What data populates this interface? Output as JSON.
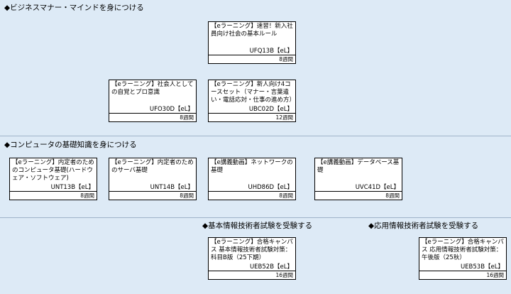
{
  "sections": [
    {
      "heading": "◆ビジネスマナー・マインドを身につける",
      "courses": [
        {
          "title": "【eラーニング】速習！新入社員向け社会の基本ルール",
          "code": "UFQ13B【eL】",
          "duration": "8週間"
        },
        {
          "title": "【eラーニング】社会人としての自覚とプロ意識",
          "code": "UFO30D【eL】",
          "duration": "8週間"
        },
        {
          "title": "【eラーニング】新人向け4コースセット（マナー・言葉遣い・電話応対・仕事の進め方）",
          "code": "UBC02D【eL】",
          "duration": "12週間"
        }
      ]
    },
    {
      "heading": "◆コンピュータの基礎知識を身につける",
      "courses": [
        {
          "title": "【eラーニング】内定者のためのコンピュータ基礎(ハードウェア・ソフトウェア)",
          "code": "UNT13B【eL】",
          "duration": "8週間"
        },
        {
          "title": "【eラーニング】内定者のためのサーバ基礎",
          "code": "UNT14B【eL】",
          "duration": "8週間"
        },
        {
          "title": "【e講義動画】ネットワークの基礎",
          "code": "UHD86D【eL】",
          "duration": "8週間"
        },
        {
          "title": "【e講義動画】データベース基礎",
          "code": "UVC41D【eL】",
          "duration": "8週間"
        }
      ]
    },
    {
      "heading": "◆基本情報技術者試験を受験する",
      "courses": [
        {
          "title": "【eラーニング】合格キャンパス 基本情報技術者試験対策：科目B版（25下期）",
          "code": "UEB52B【eL】",
          "duration": "16週間"
        }
      ]
    },
    {
      "heading": "◆応用情報技術者試験を受験する",
      "courses": [
        {
          "title": "【eラーニング】合格キャンパス 応用情報技術者試験対策：午後版（25秋）",
          "code": "UEB53B【eL】",
          "duration": "16週間"
        }
      ]
    }
  ]
}
